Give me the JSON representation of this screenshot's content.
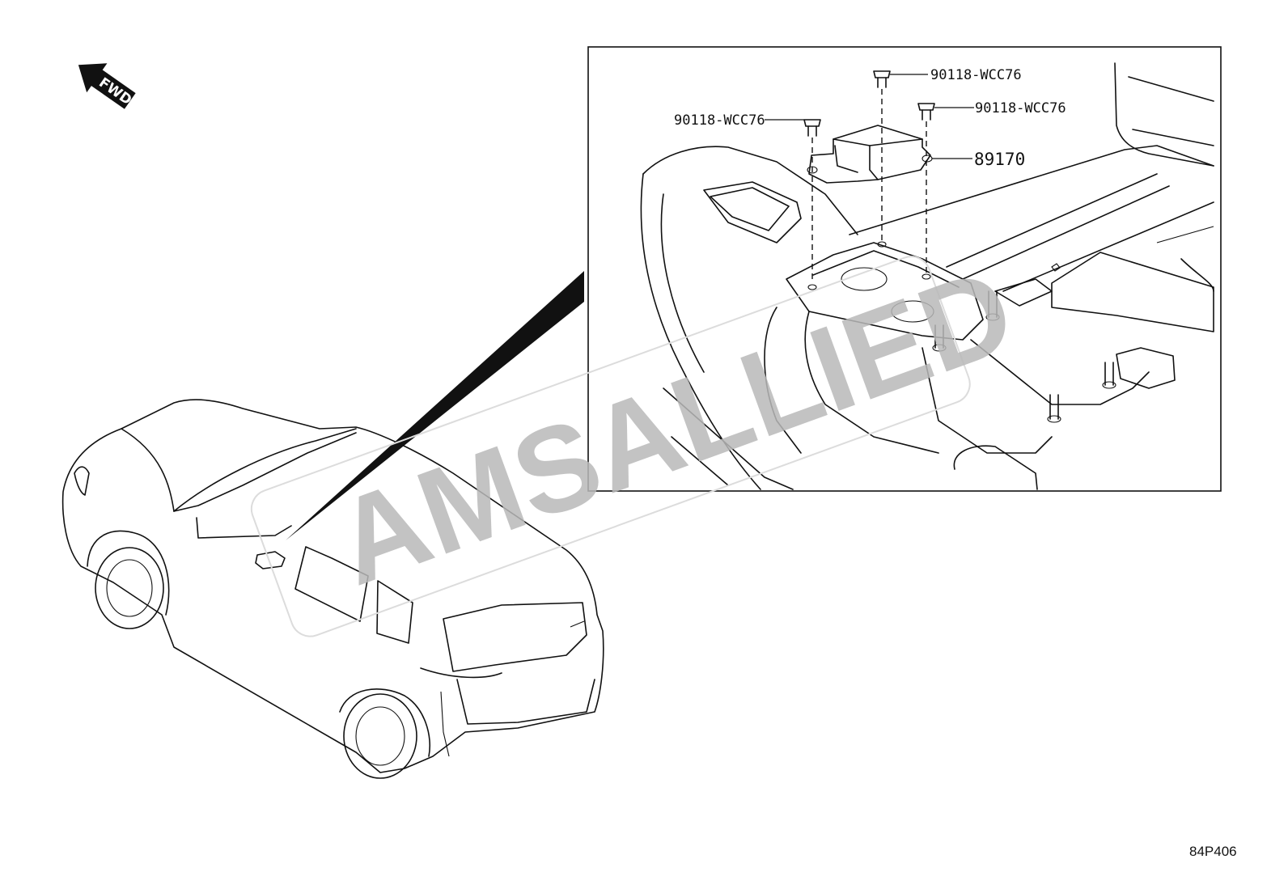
{
  "fwd_arrow": {
    "label": "FWD"
  },
  "watermark": {
    "text": "AMSALLIED"
  },
  "callouts": {
    "bolt_left": "90118-WCC76",
    "bolt_top": "90118-WCC76",
    "bolt_right": "90118-WCC76",
    "sensor": "89170"
  },
  "diagram_code": "84P406",
  "icons": {
    "fwd": "arrow-fwd-icon",
    "bolt": "bolt-icon",
    "sensor": "sensor-module-icon"
  },
  "colors": {
    "line": "#111111",
    "watermark": "#b9b9b9",
    "background": "#ffffff"
  }
}
